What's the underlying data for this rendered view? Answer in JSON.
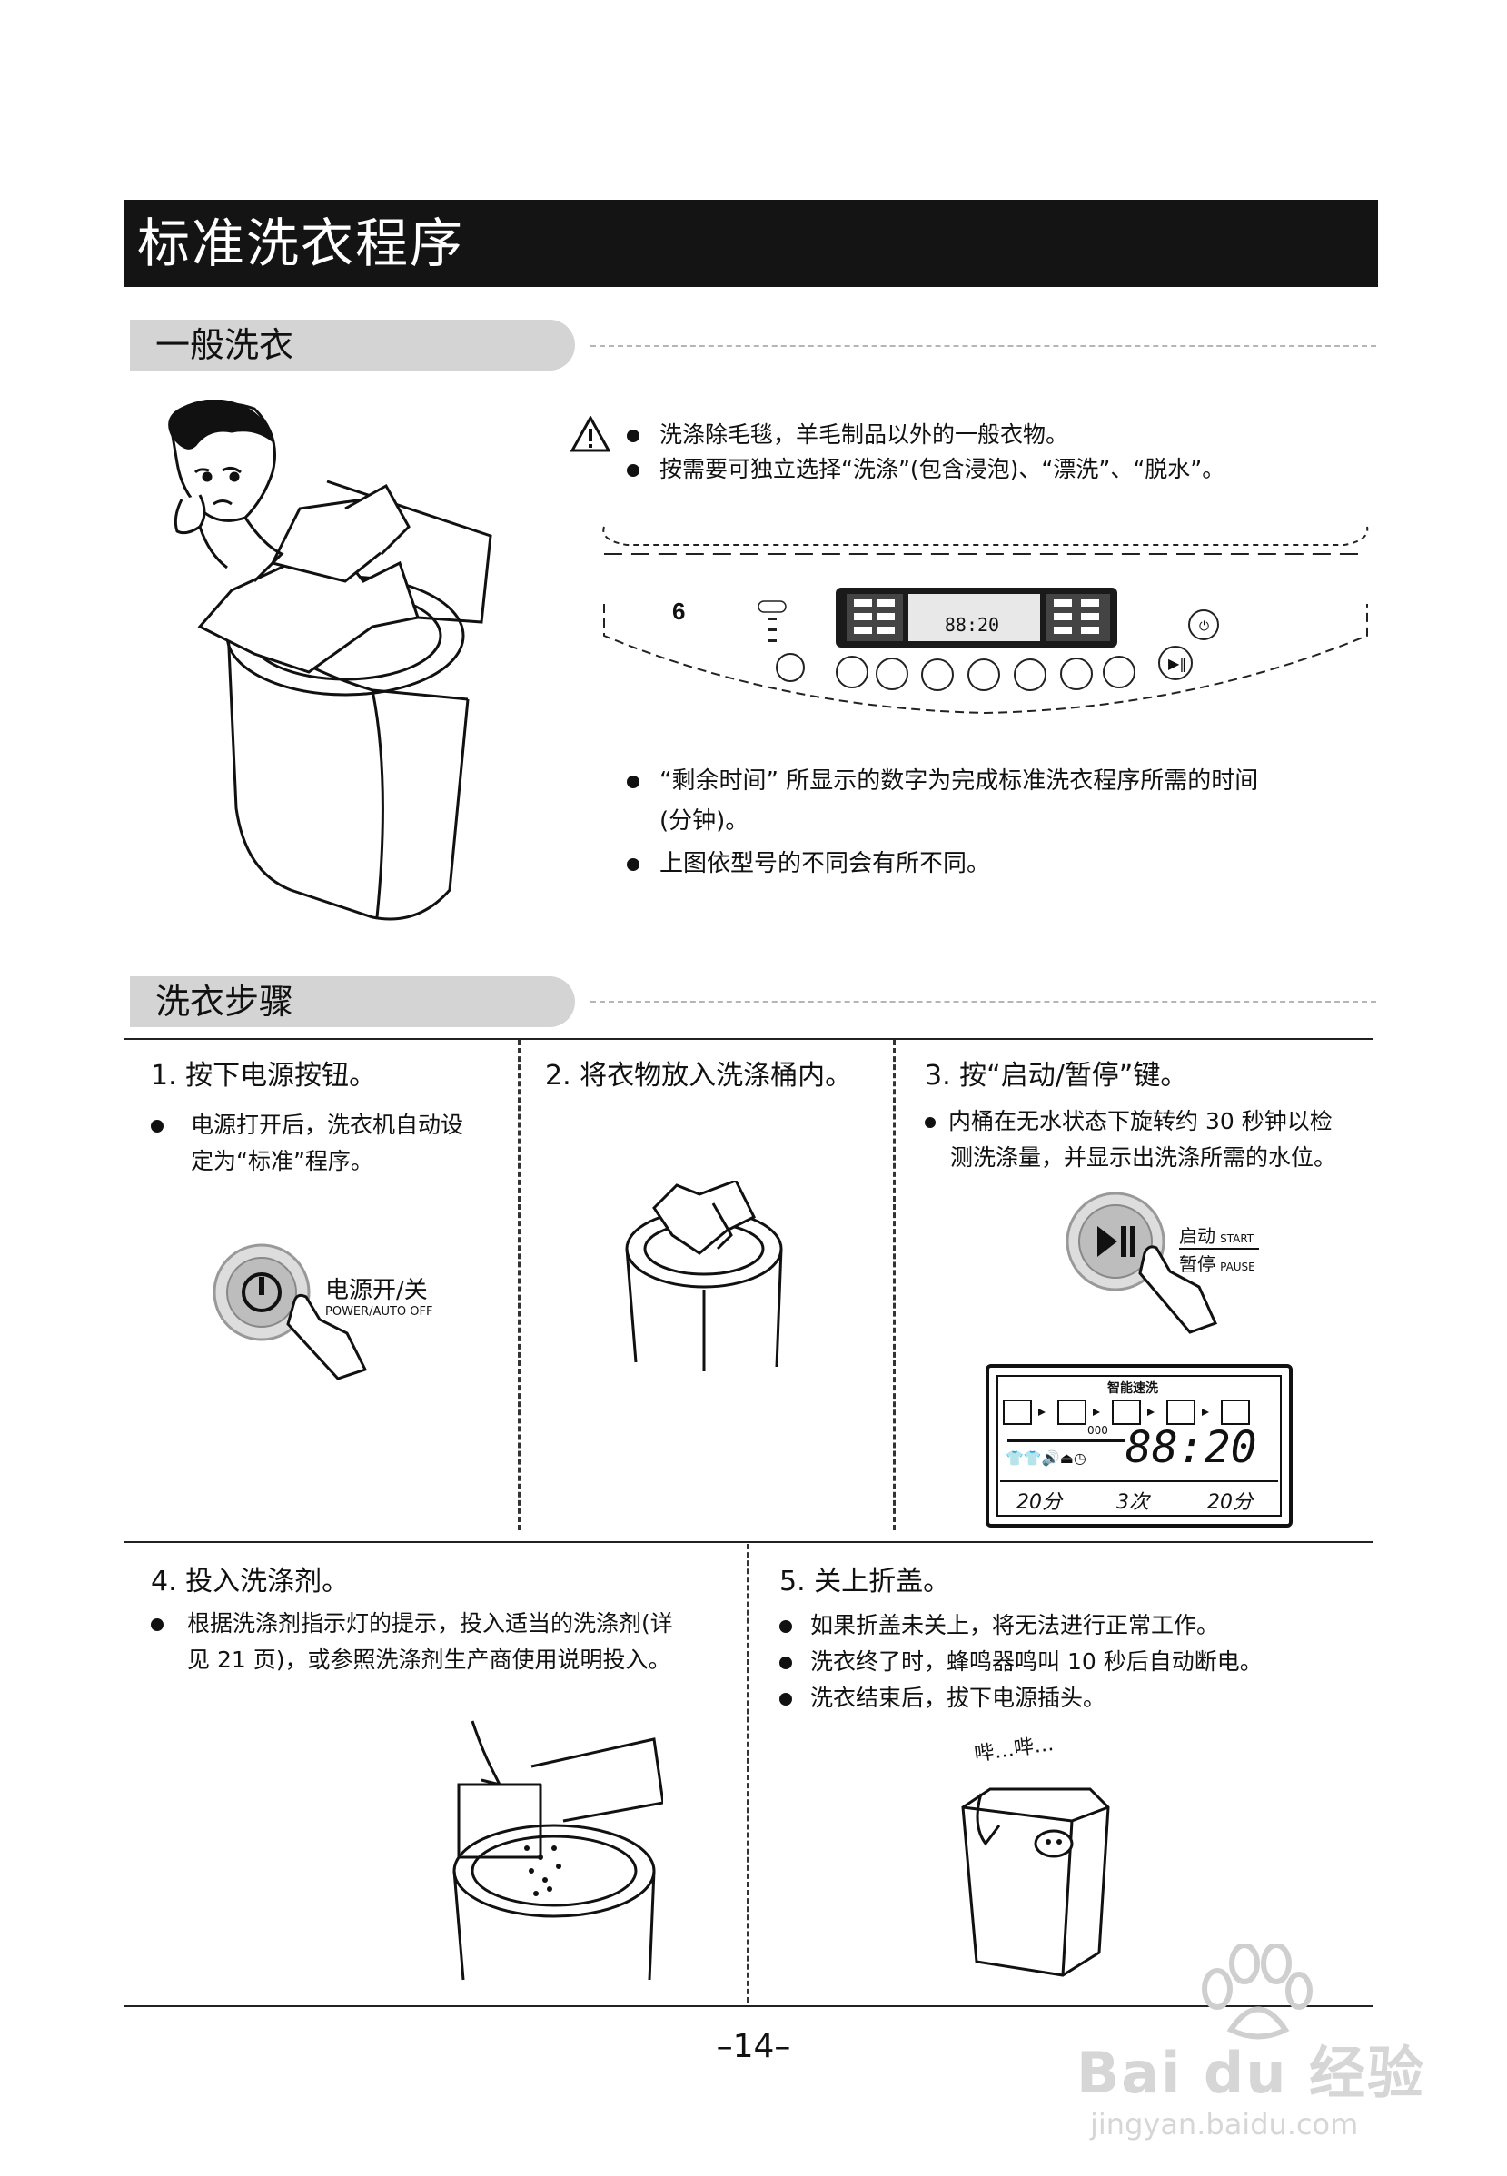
{
  "title": "标准洗衣程序",
  "sections": {
    "general": "一般洗衣",
    "steps": "洗衣步骤"
  },
  "general_notes_top": [
    "洗涤除毛毯，羊毛制品以外的一般衣物。",
    "按需要可独立选择“洗涤”(包含浸泡)、“漂洗”、“脱水”。"
  ],
  "general_notes_bottom": [
    "“剩余时间” 所显示的数字为完成标准洗衣程序所需的时间",
    "(分钟)。",
    "上图依型号的不同会有所不同。"
  ],
  "steps": [
    {
      "title": "1. 按下电源按钮。",
      "notes": [
        "电源打开后，洗衣机自动设",
        "定为“标准”程序。"
      ],
      "button_label_cn": "电源开/关",
      "button_label_en": "POWER/AUTO OFF"
    },
    {
      "title": "2. 将衣物放入洗涤桶内。",
      "notes": []
    },
    {
      "title": "3. 按“启动/暂停”键。",
      "notes": [
        "内桶在无水状态下旋转约 30 秒钟以检",
        "测洗涤量，并显示出洗涤所需的水位。"
      ],
      "start_cn": "启动",
      "start_en": "START",
      "pause_cn": "暂停",
      "pause_en": "PAUSE"
    },
    {
      "title": "4. 投入洗涤剂。",
      "notes": [
        "根据洗涤剂指示灯的提示，投入适当的洗涤剂(详",
        "见 21 页)，或参照洗涤剂生产商使用说明投入。"
      ]
    },
    {
      "title": "5. 关上折盖。",
      "notes": [
        "如果折盖未关上，将无法进行正常工作。",
        "洗衣终了时，蜂鸣器鸣叫 10 秒后自动断电。",
        "洗衣结束后，拔下电源插头。"
      ],
      "beep": "哔…哔…"
    }
  ],
  "display": {
    "header": "智能速洗",
    "big_time": "88:20",
    "small_count": "000",
    "cells": [
      "20分",
      "3次",
      "20分"
    ]
  },
  "page_number": "–14–",
  "watermark": {
    "brand": "Bai du 经验",
    "url": "jingyan.baidu.com"
  }
}
